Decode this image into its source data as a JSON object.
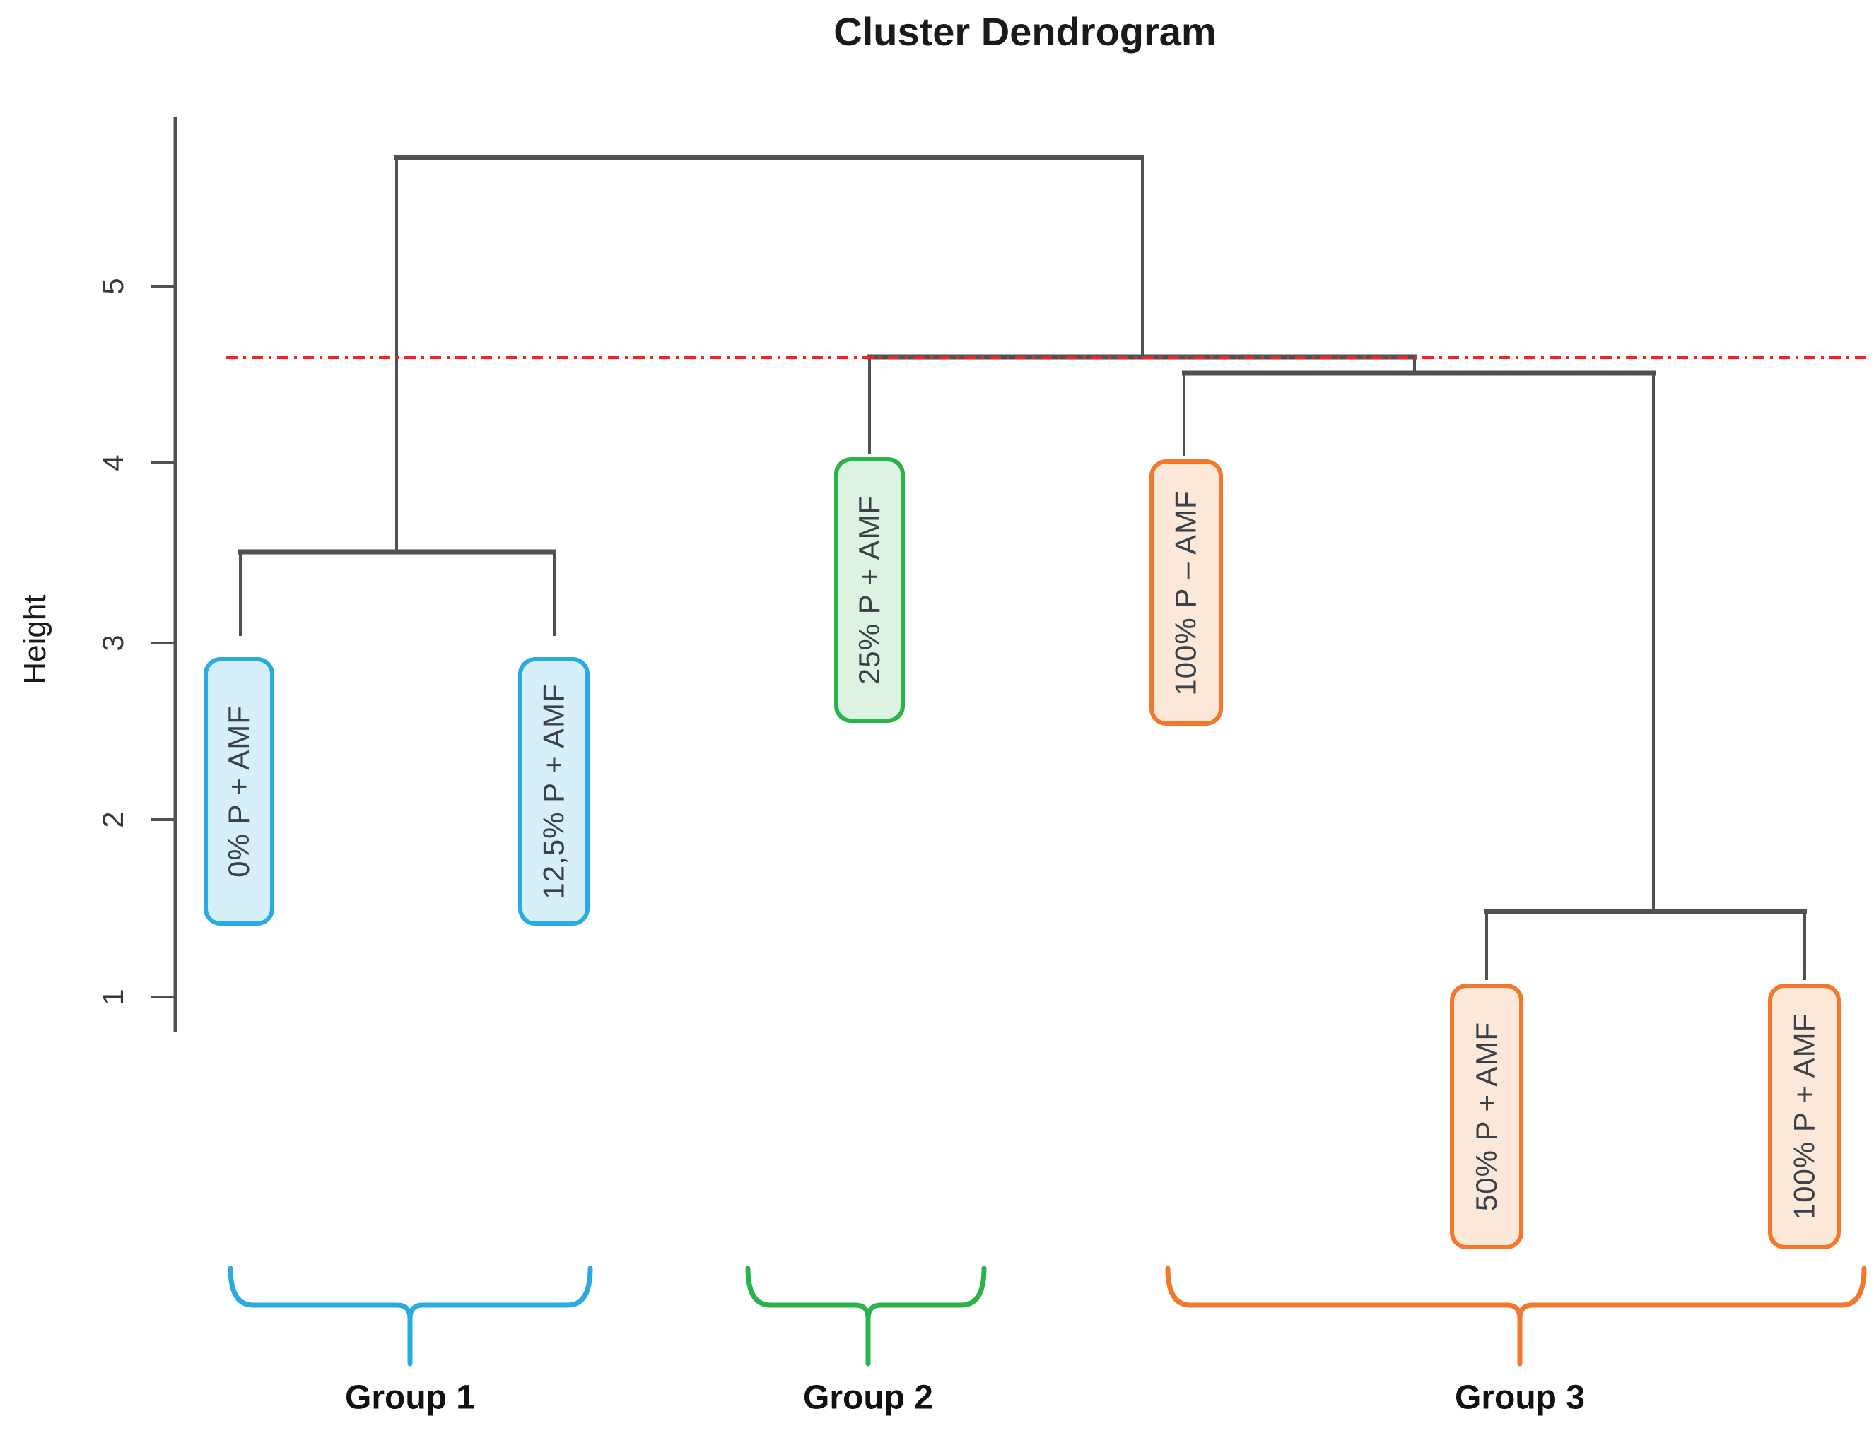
{
  "title": "Cluster Dendrogram",
  "y_axis": {
    "label": "Height",
    "ticks": [
      "5",
      "4",
      "3",
      "2",
      "1"
    ]
  },
  "threshold": {
    "color": "#f82222",
    "height": 4.6
  },
  "tree_color": "#4f5052",
  "leaves": [
    {
      "label": "0% P + AMF",
      "border": "#29abe2",
      "fill": "#d6effa",
      "group": "Group 1"
    },
    {
      "label": "12,5% P + AMF",
      "border": "#29abe2",
      "fill": "#d6effa",
      "group": "Group 1"
    },
    {
      "label": "25% P + AMF",
      "border": "#2bb34b",
      "fill": "#dcf3e2",
      "group": "Group 2"
    },
    {
      "label": "100% P – AMF",
      "border": "#f3772d",
      "fill": "#fce8d8",
      "group": "Group 3"
    },
    {
      "label": "50% P + AMF",
      "border": "#f3772d",
      "fill": "#fce8d8",
      "group": "Group 3"
    },
    {
      "label": "100% P + AMF",
      "border": "#f3772d",
      "fill": "#fce8d8",
      "group": "Group 3"
    }
  ],
  "groups": [
    {
      "label": "Group 1",
      "color": "#29abe2",
      "members": [
        "0% P + AMF",
        "12,5% P + AMF"
      ]
    },
    {
      "label": "Group 2",
      "color": "#2bb34b",
      "members": [
        "25% P + AMF"
      ]
    },
    {
      "label": "Group 3",
      "color": "#f3772d",
      "members": [
        "100% P – AMF",
        "50% P + AMF",
        "100% P + AMF"
      ]
    }
  ],
  "chart_data": {
    "type": "dendrogram",
    "title": "Cluster Dendrogram",
    "ylabel": "Height",
    "yticks": [
      1,
      2,
      3,
      4,
      5
    ],
    "ylim": [
      0.8,
      6.0
    ],
    "cut_line_height": 4.6,
    "grid": false,
    "leaves_in_order": [
      "0% P + AMF",
      "12,5% P + AMF",
      "25% P + AMF",
      "100% P – AMF",
      "50% P + AMF",
      "100% P + AMF"
    ],
    "merges": [
      {
        "members": [
          "0% P + AMF",
          "12,5% P + AMF"
        ],
        "height": 3.5
      },
      {
        "members": [
          "50% P + AMF",
          "100% P + AMF"
        ],
        "height": 1.5
      },
      {
        "members": [
          "100% P – AMF",
          "50% P + AMF / 100% P + AMF"
        ],
        "height": 4.5
      },
      {
        "members": [
          "25% P + AMF",
          "100% P – AMF / 50% P + AMF / 100% P + AMF"
        ],
        "height": 4.6
      },
      {
        "members": [
          "0% P + AMF / 12,5% P + AMF",
          "all others"
        ],
        "height": 5.7
      }
    ],
    "cluster_groups": [
      {
        "label": "Group 1",
        "members": [
          "0% P + AMF",
          "12,5% P + AMF"
        ]
      },
      {
        "label": "Group 2",
        "members": [
          "25% P + AMF"
        ]
      },
      {
        "label": "Group 3",
        "members": [
          "100% P – AMF",
          "50% P + AMF",
          "100% P + AMF"
        ]
      }
    ]
  }
}
